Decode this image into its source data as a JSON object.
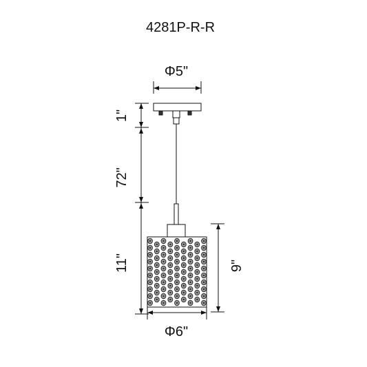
{
  "title": "4281P-R-R",
  "dimensions": {
    "canopy_diameter": "Φ5\"",
    "canopy_height": "1\"",
    "cable_length": "72\"",
    "overall_fixture_height": "11\"",
    "shade_height": "9\"",
    "shade_diameter": "Φ6\""
  },
  "colors": {
    "line": "#111111",
    "crystal_fill": "#9a9a9a",
    "crystal_dark": "#2a2a2a",
    "background": "#ffffff"
  }
}
